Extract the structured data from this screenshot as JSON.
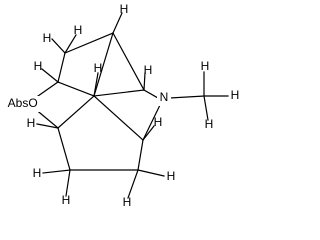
{
  "atoms": {
    "abs": "Abs",
    "oxygen": "O",
    "nitrogen": "N",
    "hydrogen": "H"
  },
  "colors": {
    "background": "#ffffff",
    "ink": "#000000"
  }
}
